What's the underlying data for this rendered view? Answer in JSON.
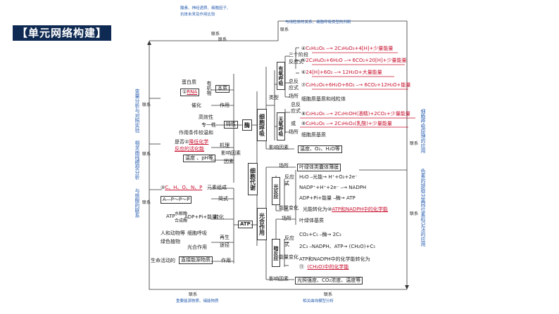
{
  "banner": "【单元网络构建】",
  "top": {
    "note1": "酸素、神经递质、细胞因子、",
    "note2": "抗体未来及作用比较",
    "link1": "联系",
    "link2": "联系",
    "note3": "与线粒体的关系，细胞呼吸类型的判断",
    "link3": "联系"
  },
  "enzyme": {
    "title": "酶",
    "nature": "本质",
    "protein": "蛋白质",
    "rna": "RNA",
    "rna_num": "①",
    "organic": "有机物",
    "catalysis": "催化",
    "func": "作用",
    "high": "高效性",
    "specific": "专一性",
    "mild": "作用条件较温和",
    "property": "特性",
    "proof_pre": "是否②",
    "proof_ans1": "降低化学",
    "proof_ans2": "反应的活化能",
    "mech": "机理",
    "factors_box": "温度 、pH等",
    "factors": "影响因素",
    "factors2": "因素"
  },
  "left_notes": {
    "n1": [
      "变",
      "量",
      "分",
      "析",
      "与",
      "对",
      "照",
      "实",
      "验"
    ],
    "l1": "联系",
    "n2": [
      "相",
      "关",
      "曲",
      "线",
      "模",
      "型",
      "分",
      "析"
    ],
    "l2": "联系",
    "n3": [
      "与",
      "核",
      "酸",
      "的",
      "联",
      "系"
    ],
    "l3": "联系"
  },
  "atp": {
    "title": "ATP",
    "elements_ans": "C、H、O、N、P",
    "elements_num": "③",
    "elements": "元素组成",
    "struct_box": "A—P～P～P",
    "struct": "简式",
    "hydro1": "水解酶",
    "hydro2": "合成酶",
    "equation": "ADP+Pi+能量",
    "conv": "转化",
    "humans": "人和动物等",
    "plants": "绿色植物",
    "resp": "细胞呼吸",
    "photo": "光合作用",
    "regen1": "再生",
    "regen2": "途径",
    "life": "生命活动的",
    "direct": "直接能源物质",
    "act": "作用"
  },
  "center": {
    "metab": "细胞代谢",
    "resp": "细胞呼吸",
    "photo": "光合作用"
  },
  "respiration": {
    "type": "类型",
    "aerobic": "有氧呼吸",
    "anaerobic": "无氧呼吸",
    "three": "三个阶段",
    "react": "反应式",
    "num4": "④",
    "eq4": "C₆H₁₂O₆ ⎯→ 2C₃H₄O₃+4[H]+少量能量",
    "num5": "⑤",
    "eq5": "2C₃H₄O₃+6H₂O ⎯→ 6CO₂+20[H]+少量能量",
    "num6": "⑥",
    "eq6": "24[H]+6O₂ ⎯→ 12H₂O+大量能量",
    "total": "总反应式",
    "num7": "⑦",
    "eq7": "C₆H₁₂O₆+6H₂O+6O₂ ⎯→ 6CO₂+12H₂O+能量",
    "place": "场所",
    "place_aer": "细胞质基质和线粒体",
    "total2": "总反",
    "react2": "应式",
    "num8": "⑧",
    "eq8": "C₆H₁₂O₆ ⎯→ 2C₂H₅OH(酒精)+2CO₂+少量能量",
    "or": "或",
    "num9": "⑨",
    "eq9": "C₆H₁₂O₆ ⎯→ 2C₃H₆O₃(乳酸)+少量能量",
    "place2": "场所",
    "place_ana": "细胞质基质",
    "factors": "影响因素",
    "factors_box": "温度、O₂、H₂O等",
    "enzyme_small": "酶"
  },
  "photosynthesis": {
    "place": "场所",
    "light_place": "叶绿体类囊体薄膜",
    "light": "光反应",
    "react": "反应式",
    "eq_l1": "H₂O ⎯光能→ H⁺+O₂+2e⁻",
    "eq_l2": "NADP⁺+H⁺+2e⁻ ⎯→ NADPH",
    "eq_l3": "ADP+Pi+能量 ⎯酶→ ATP",
    "energy": "能量变化",
    "energy_l_pre": "光能转化为⑩",
    "energy_l_ans": "ATP和NADPH中的化学能",
    "place2": "场所",
    "dark_place": "叶绿体基质",
    "dark": "暗反应",
    "react2": "反应式",
    "eq_d1": "CO₂+C₅ ⎯酶→ 2C₃",
    "eq_d2": "2C₃ ⎯NADPH、ATP→ (CH₂O)+C₅",
    "energy2": "能量变化",
    "energy_d1": "ATP和NADPH中的化学能转化为",
    "num11": "⑪",
    "energy_d_ans": "(CH₂O)中的化学能",
    "factors": "影响因素",
    "factors_box": "光照强度、CO₂浓度、温度等"
  },
  "right_notes": {
    "r1": [
      "细",
      "胞",
      "呼",
      "吸",
      "原",
      "理",
      "的",
      "应",
      "用"
    ],
    "r1l": "联系",
    "r2": [
      "色",
      "素",
      "的",
      "提",
      "取",
      "分",
      "离"
    ],
    "r3": [
      "同",
      "位",
      "素",
      "标",
      "记",
      "法",
      "的",
      "应",
      "用"
    ],
    "r3l": "联系"
  },
  "bottom": {
    "b1": "重要能源物质、储能物质",
    "b2": "相关曲线模型分析",
    "l1": "联系",
    "l2": "联系"
  }
}
